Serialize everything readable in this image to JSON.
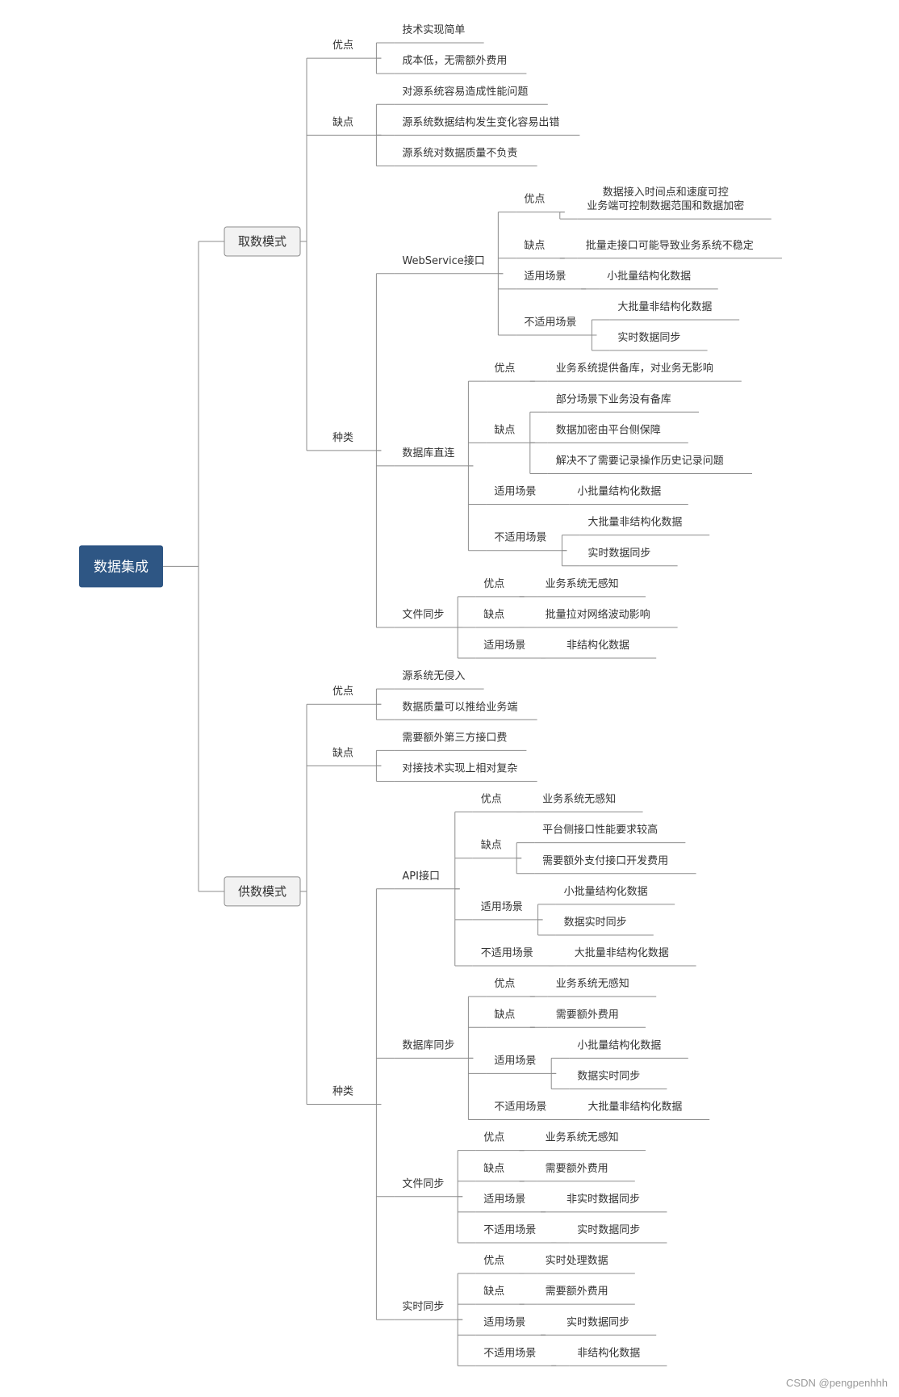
{
  "root": {
    "text": "数据集成",
    "children": [
      {
        "text": "取数模式",
        "children": [
          {
            "text": "优点",
            "children": [
              {
                "text": "技术实现简单"
              },
              {
                "text": "成本低，无需额外费用"
              }
            ]
          },
          {
            "text": "缺点",
            "children": [
              {
                "text": "对源系统容易造成性能问题"
              },
              {
                "text": "源系统数据结构发生变化容易出错"
              },
              {
                "text": "源系统对数据质量不负责"
              }
            ]
          },
          {
            "text": "种类",
            "children": [
              {
                "text": "WebService接口",
                "children": [
                  {
                    "text": "优点",
                    "children": [
                      {
                        "text": "数据接入时间点和速度可控\n业务端可控制数据范围和数据加密"
                      }
                    ]
                  },
                  {
                    "text": "缺点",
                    "children": [
                      {
                        "text": "批量走接口可能导致业务系统不稳定"
                      }
                    ]
                  },
                  {
                    "text": "适用场景",
                    "children": [
                      {
                        "text": "小批量结构化数据"
                      }
                    ]
                  },
                  {
                    "text": "不适用场景",
                    "children": [
                      {
                        "text": "大批量非结构化数据"
                      },
                      {
                        "text": "实时数据同步"
                      }
                    ]
                  }
                ]
              },
              {
                "text": "数据库直连",
                "children": [
                  {
                    "text": "优点",
                    "children": [
                      {
                        "text": "业务系统提供备库，对业务无影响"
                      }
                    ]
                  },
                  {
                    "text": "缺点",
                    "children": [
                      {
                        "text": "部分场景下业务没有备库"
                      },
                      {
                        "text": "数据加密由平台侧保障"
                      },
                      {
                        "text": "解决不了需要记录操作历史记录问题"
                      }
                    ]
                  },
                  {
                    "text": "适用场景",
                    "children": [
                      {
                        "text": "小批量结构化数据"
                      }
                    ]
                  },
                  {
                    "text": "不适用场景",
                    "children": [
                      {
                        "text": "大批量非结构化数据"
                      },
                      {
                        "text": "实时数据同步"
                      }
                    ]
                  }
                ]
              },
              {
                "text": "文件同步",
                "children": [
                  {
                    "text": "优点",
                    "children": [
                      {
                        "text": "业务系统无感知"
                      }
                    ]
                  },
                  {
                    "text": "缺点",
                    "children": [
                      {
                        "text": "批量拉对网络波动影响"
                      }
                    ]
                  },
                  {
                    "text": "适用场景",
                    "children": [
                      {
                        "text": "非结构化数据"
                      }
                    ]
                  }
                ]
              }
            ]
          }
        ]
      },
      {
        "text": "供数模式",
        "children": [
          {
            "text": "优点",
            "children": [
              {
                "text": "源系统无侵入"
              },
              {
                "text": "数据质量可以推给业务端"
              }
            ]
          },
          {
            "text": "缺点",
            "children": [
              {
                "text": "需要额外第三方接口费"
              },
              {
                "text": "对接技术实现上相对复杂"
              }
            ]
          },
          {
            "text": "种类",
            "children": [
              {
                "text": "API接口",
                "children": [
                  {
                    "text": "优点",
                    "children": [
                      {
                        "text": "业务系统无感知"
                      }
                    ]
                  },
                  {
                    "text": "缺点",
                    "children": [
                      {
                        "text": "平台侧接口性能要求较高"
                      },
                      {
                        "text": "需要额外支付接口开发费用"
                      }
                    ]
                  },
                  {
                    "text": "适用场景",
                    "children": [
                      {
                        "text": "小批量结构化数据"
                      },
                      {
                        "text": "数据实时同步"
                      }
                    ]
                  },
                  {
                    "text": "不适用场景",
                    "children": [
                      {
                        "text": "大批量非结构化数据"
                      }
                    ]
                  }
                ]
              },
              {
                "text": "数据库同步",
                "children": [
                  {
                    "text": "优点",
                    "children": [
                      {
                        "text": "业务系统无感知"
                      }
                    ]
                  },
                  {
                    "text": "缺点",
                    "children": [
                      {
                        "text": "需要额外费用"
                      }
                    ]
                  },
                  {
                    "text": "适用场景",
                    "children": [
                      {
                        "text": "小批量结构化数据"
                      },
                      {
                        "text": "数据实时同步"
                      }
                    ]
                  },
                  {
                    "text": "不适用场景",
                    "children": [
                      {
                        "text": "大批量非结构化数据"
                      }
                    ]
                  }
                ]
              },
              {
                "text": "文件同步",
                "children": [
                  {
                    "text": "优点",
                    "children": [
                      {
                        "text": "业务系统无感知"
                      }
                    ]
                  },
                  {
                    "text": "缺点",
                    "children": [
                      {
                        "text": "需要额外费用"
                      }
                    ]
                  },
                  {
                    "text": "适用场景",
                    "children": [
                      {
                        "text": "非实时数据同步"
                      }
                    ]
                  },
                  {
                    "text": "不适用场景",
                    "children": [
                      {
                        "text": "实时数据同步"
                      }
                    ]
                  }
                ]
              },
              {
                "text": "实时同步",
                "children": [
                  {
                    "text": "优点",
                    "children": [
                      {
                        "text": "实时处理数据"
                      }
                    ]
                  },
                  {
                    "text": "缺点",
                    "children": [
                      {
                        "text": "需要额外费用"
                      }
                    ]
                  },
                  {
                    "text": "适用场景",
                    "children": [
                      {
                        "text": "实时数据同步"
                      }
                    ]
                  },
                  {
                    "text": "不适用场景",
                    "children": [
                      {
                        "text": "非结构化数据"
                      }
                    ]
                  }
                ]
              }
            ]
          }
        ]
      }
    ]
  },
  "watermark": "CSDN @pengpenhhh",
  "colors": {
    "root_fill": "#2e5684",
    "root_text": "#ffffff",
    "main_fill": "#f2f2f2",
    "main_stroke": "#8c8c8c",
    "line": "#8c8c8c",
    "text": "#333333"
  }
}
